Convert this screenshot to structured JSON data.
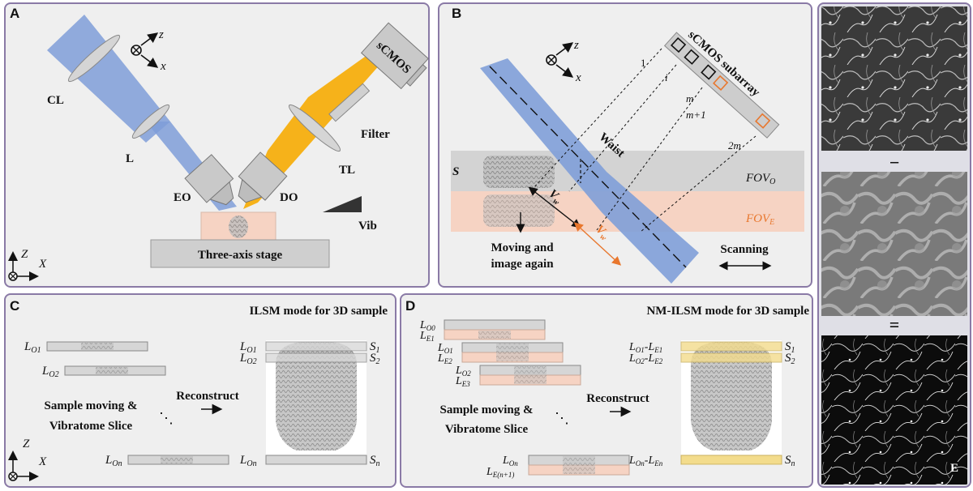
{
  "panelA": {
    "letter": "A",
    "axis_z": "z",
    "axis_x": "x",
    "cl": "CL",
    "l": "L",
    "eo": "EO",
    "do": "DO",
    "tl": "TL",
    "filter": "Filter",
    "scmos": "sCMOS",
    "vib": "Vib",
    "stage": "Three-axis stage",
    "axis_Z": "Z",
    "axis_X": "X"
  },
  "panelB": {
    "letter": "B",
    "axis_z": "z",
    "axis_x": "x",
    "subarray": "sCMOS subarray",
    "idx_1": "1",
    "idx_i": "i",
    "idx_m": "m",
    "idx_m1": "m+1",
    "idx_2m": "2m",
    "waist": "Waist",
    "s": "S",
    "vw": "V",
    "vw_sub": "w",
    "fov_o": "FOV",
    "fov_o_sub": "O",
    "fov_e": "FOV",
    "fov_e_sub": "E",
    "moving1": "Moving and",
    "moving2": "image again",
    "scanning": "Scanning"
  },
  "panelC": {
    "letter": "C",
    "title": "ILSM mode for 3D sample",
    "lo1": "L",
    "lo1_sub": "O1",
    "lo2": "L",
    "lo2_sub": "O2",
    "lon": "L",
    "lon_sub": "On",
    "r_lo1": "L",
    "r_lo1_sub": "O1",
    "r_lo2": "L",
    "r_lo2_sub": "O2",
    "r_lon": "L",
    "r_lon_sub": "On",
    "s1": "S",
    "s1_sub": "1",
    "s2": "S",
    "s2_sub": "2",
    "sn": "S",
    "sn_sub": "n",
    "sample1": "Sample moving &",
    "sample2": "Vibratome Slice",
    "reconstruct": "Reconstruct",
    "dots": "⋱",
    "axis_Z": "Z",
    "axis_X": "X"
  },
  "panelD": {
    "letter": "D",
    "title": "NM-ILSM mode for 3D sample",
    "lo0": "L",
    "lo0_sub": "O0",
    "le1": "L",
    "le1_sub": "E1",
    "lo1": "L",
    "lo1_sub": "O1",
    "le2": "L",
    "le2_sub": "E2",
    "lo2": "L",
    "lo2_sub": "O2",
    "le3": "L",
    "le3_sub": "E3",
    "lon": "L",
    "lon_sub": "On",
    "len1": "L",
    "len1_sub": "E(n+1)",
    "r1": "L",
    "r1_sub": "O1",
    "r1b": "-L",
    "r1b_sub": "E1",
    "r2": "L",
    "r2_sub": "O2",
    "r2b": "-L",
    "r2b_sub": "E2",
    "rn": "L",
    "rn_sub": "On",
    "rnb": "-L",
    "rnb_sub": "En",
    "s1": "S",
    "s1_sub": "1",
    "s2": "S",
    "s2_sub": "2",
    "sn": "S",
    "sn_sub": "n",
    "sample1": "Sample moving &",
    "sample2": "Vibratome Slice",
    "reconstruct": "Reconstruct",
    "dots": "⋱"
  },
  "panelE": {
    "minus": "−",
    "equals": "=",
    "letter": "E"
  },
  "colors": {
    "blue": "#7f9ed8",
    "orange": "#f6b21a",
    "fov_o": "#d3d3d3",
    "fov_e": "#f6d3c3",
    "fov_e_text": "#e8772e",
    "yellow": "#f3dc8c",
    "border": "#8a7aa6"
  }
}
